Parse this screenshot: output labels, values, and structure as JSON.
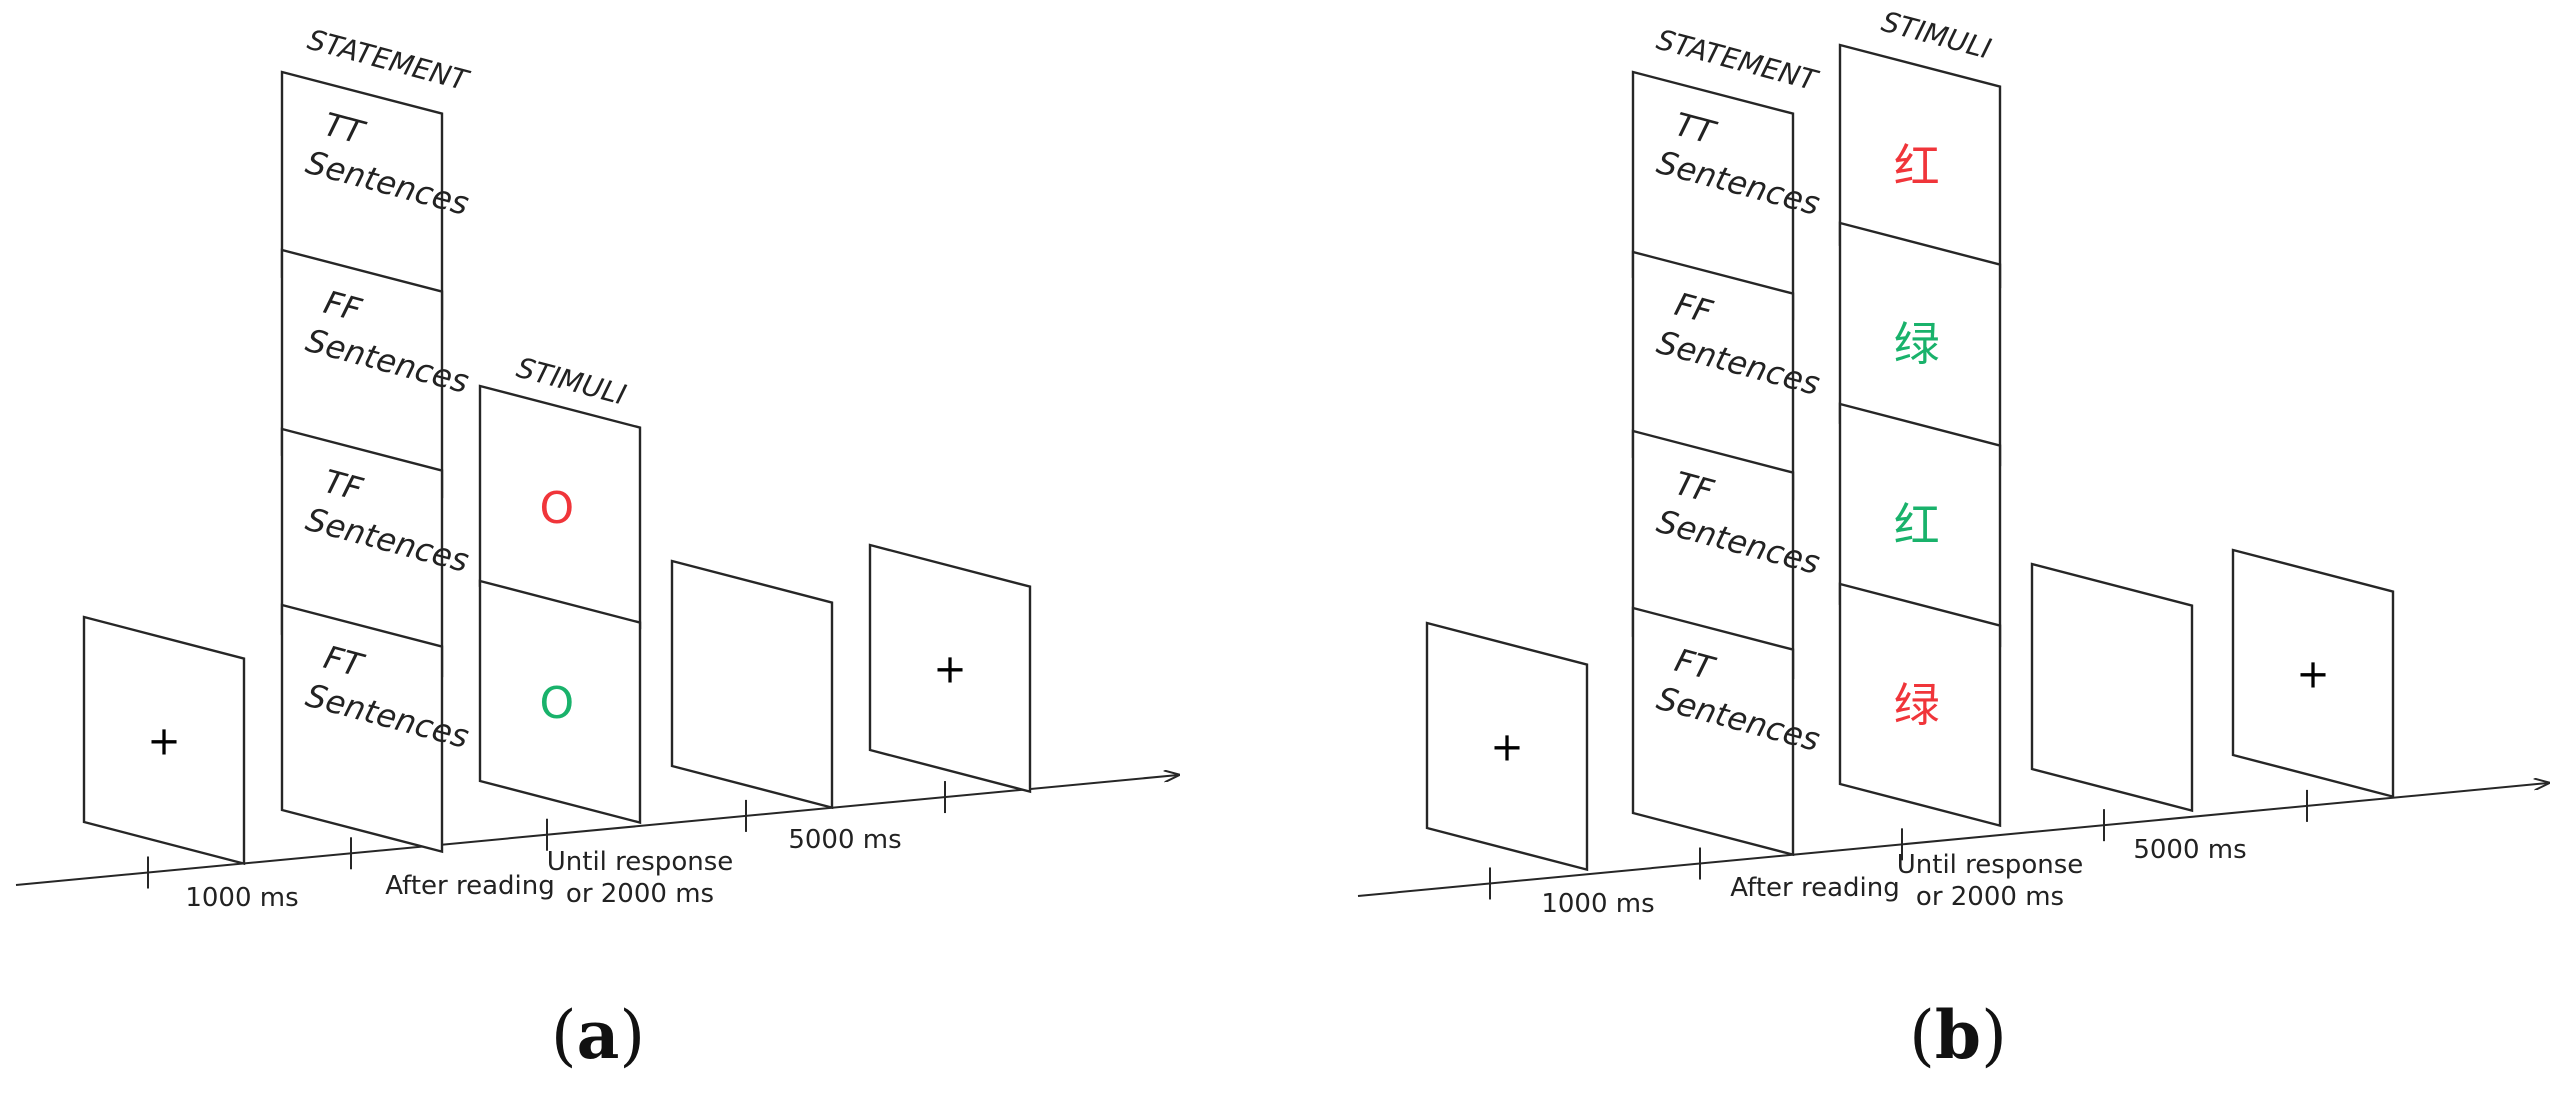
{
  "panels": [
    {
      "id": "a",
      "caption_open": "(",
      "caption_letter": "a",
      "caption_close": ")",
      "statement_header": "STATEMENT",
      "stimuli_header": "STIMULI",
      "fixation": "+",
      "statement_cards": [
        {
          "code": "TT",
          "word": "Sentences"
        },
        {
          "code": "FF",
          "word": "Sentences"
        },
        {
          "code": "TF",
          "word": "Sentences"
        },
        {
          "code": "FT",
          "word": "Sentences"
        }
      ],
      "stimuli": [
        {
          "text": "O",
          "color": "#f0353a"
        },
        {
          "text": "O",
          "color": "#19b26b"
        }
      ],
      "timeline": {
        "intervals": [
          {
            "lines": [
              "1000 ms"
            ]
          },
          {
            "lines": [
              "After reading"
            ]
          },
          {
            "lines": [
              "Until response",
              "or 2000 ms"
            ]
          },
          {
            "lines": [
              "5000 ms"
            ]
          }
        ]
      }
    },
    {
      "id": "b",
      "caption_open": "(",
      "caption_letter": "b",
      "caption_close": ")",
      "statement_header": "STATEMENT",
      "stimuli_header": "STIMULI",
      "fixation": "+",
      "statement_cards": [
        {
          "code": "TT",
          "word": "Sentences"
        },
        {
          "code": "FF",
          "word": "Sentences"
        },
        {
          "code": "TF",
          "word": "Sentences"
        },
        {
          "code": "FT",
          "word": "Sentences"
        }
      ],
      "stimuli": [
        {
          "text": "红",
          "color": "#f0353a"
        },
        {
          "text": "绿",
          "color": "#19b26b"
        },
        {
          "text": "红",
          "color": "#19b26b"
        },
        {
          "text": "绿",
          "color": "#f0353a"
        }
      ],
      "timeline": {
        "intervals": [
          {
            "lines": [
              "1000 ms"
            ]
          },
          {
            "lines": [
              "After reading"
            ]
          },
          {
            "lines": [
              "Until response",
              "or 2000 ms"
            ]
          },
          {
            "lines": [
              "5000 ms"
            ]
          }
        ]
      }
    }
  ]
}
